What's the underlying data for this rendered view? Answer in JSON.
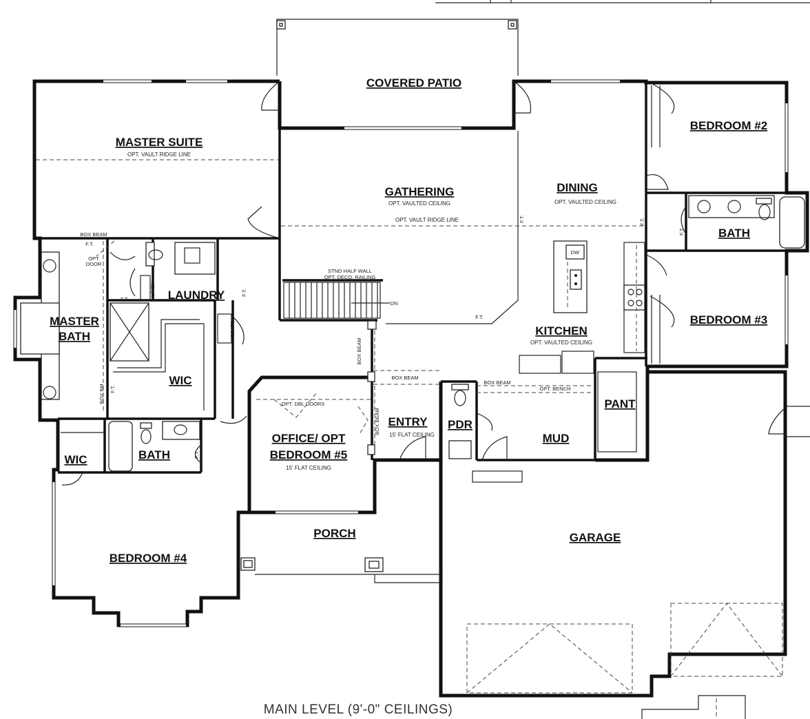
{
  "plan_title": "MAIN LEVEL (9'-0\" CEILINGS)",
  "rooms": {
    "covered_patio": "COVERED PATIO",
    "master_suite": "MASTER SUITE",
    "master_suite_note": "OPT. VAULT RIDGE LINE",
    "gathering": "GATHERING",
    "gathering_note": "OPT. VAULTED CEILING",
    "vault_ridge": "OPT. VAULT RIDGE LINE",
    "dining": "DINING",
    "dining_note": "OPT. VAULTED CEILING",
    "bedroom2": "BEDROOM #2",
    "bath_upper": "BATH",
    "bedroom3": "BEDROOM #3",
    "kitchen": "KITCHEN",
    "kitchen_note": "OPT. VAULTED CEILING",
    "laundry": "LAUNDRY",
    "master_bath_1": "MASTER",
    "master_bath_2": "BATH",
    "wic_master": "WIC",
    "wic_small": "WIC",
    "bath_lower": "BATH",
    "office_1": "OFFICE/ OPT",
    "office_2": "BEDROOM #5",
    "office_note": "15' FLAT CEILING",
    "entry": "ENTRY",
    "entry_note": "15' FLAT CEILING",
    "pdr": "PDR",
    "mud": "MUD",
    "pant": "PANT",
    "porch": "PORCH",
    "bedroom4": "BEDROOM #4",
    "garage": "GARAGE"
  },
  "notes": {
    "box_beam_ms": "BOX BEAM",
    "ft": "F.T.",
    "opt_door_1": "OPT",
    "opt_door_2": "DOOR",
    "linen": "LINEN",
    "coats": "COATS",
    "half_wall_1": "STND HALF WALL",
    "half_wall_2": "OPT. DECO. RAILING",
    "dn": "DN",
    "dw": "DW",
    "box_beam_v": "BOX BEAM",
    "box_beam_h": "BOX BEAM",
    "box_beam_pdr": "BOX BEAM",
    "opt_bench": "OPT. BENCH",
    "opt_dbl_doors": "OPT. DBL DOORS",
    "box_bm": "BOX BM",
    "box_beam_entry": "BOX BEAM"
  }
}
